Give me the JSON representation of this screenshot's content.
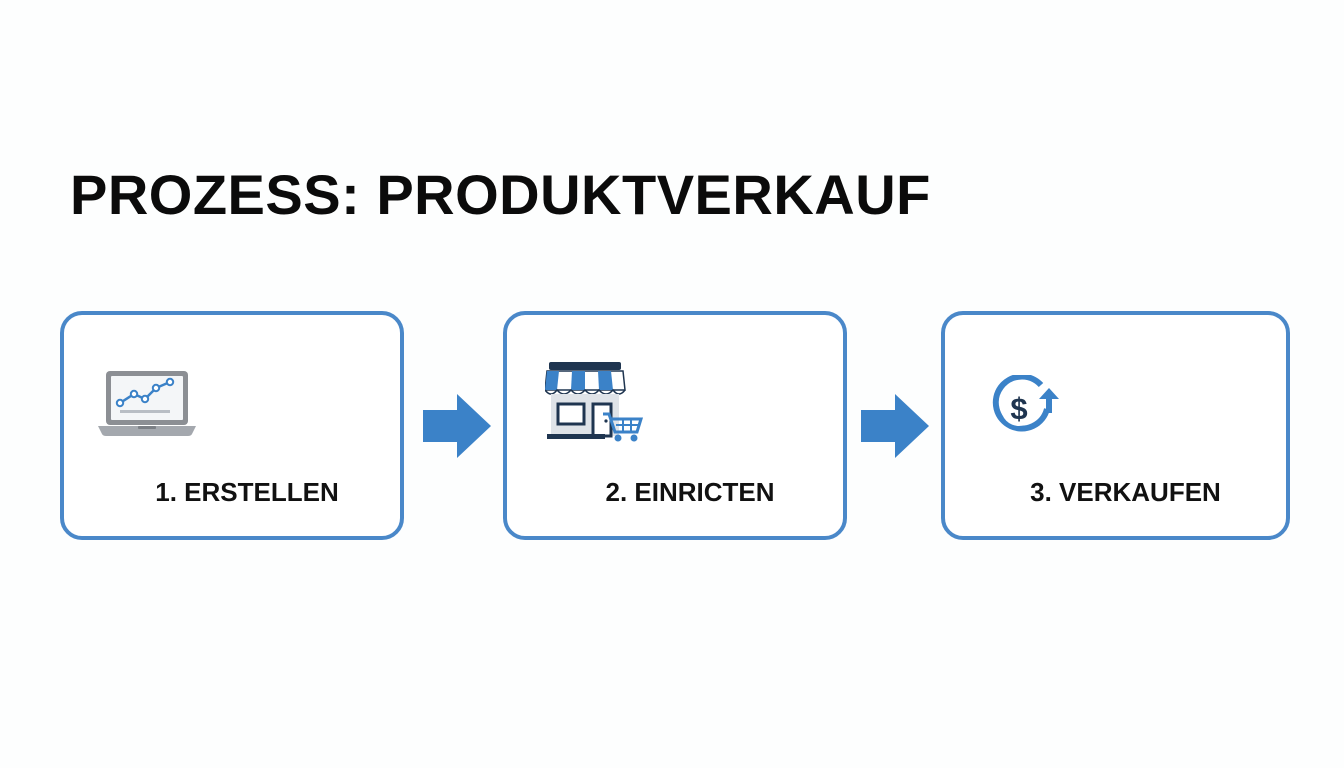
{
  "title": "PROZESS: PRODUKTVERKAUF",
  "colors": {
    "accent": "#4a88c9",
    "arrow": "#3b82c8",
    "text": "#0b0b0b",
    "dark_navy": "#1f3550"
  },
  "steps": [
    {
      "label": "1. ERSTELLEN",
      "icon": "laptop-chart-icon"
    },
    {
      "label": "2. EINRICTEN",
      "icon": "storefront-cart-icon"
    },
    {
      "label": "3. VERKAUFEN",
      "icon": "dollar-refresh-icon"
    }
  ]
}
